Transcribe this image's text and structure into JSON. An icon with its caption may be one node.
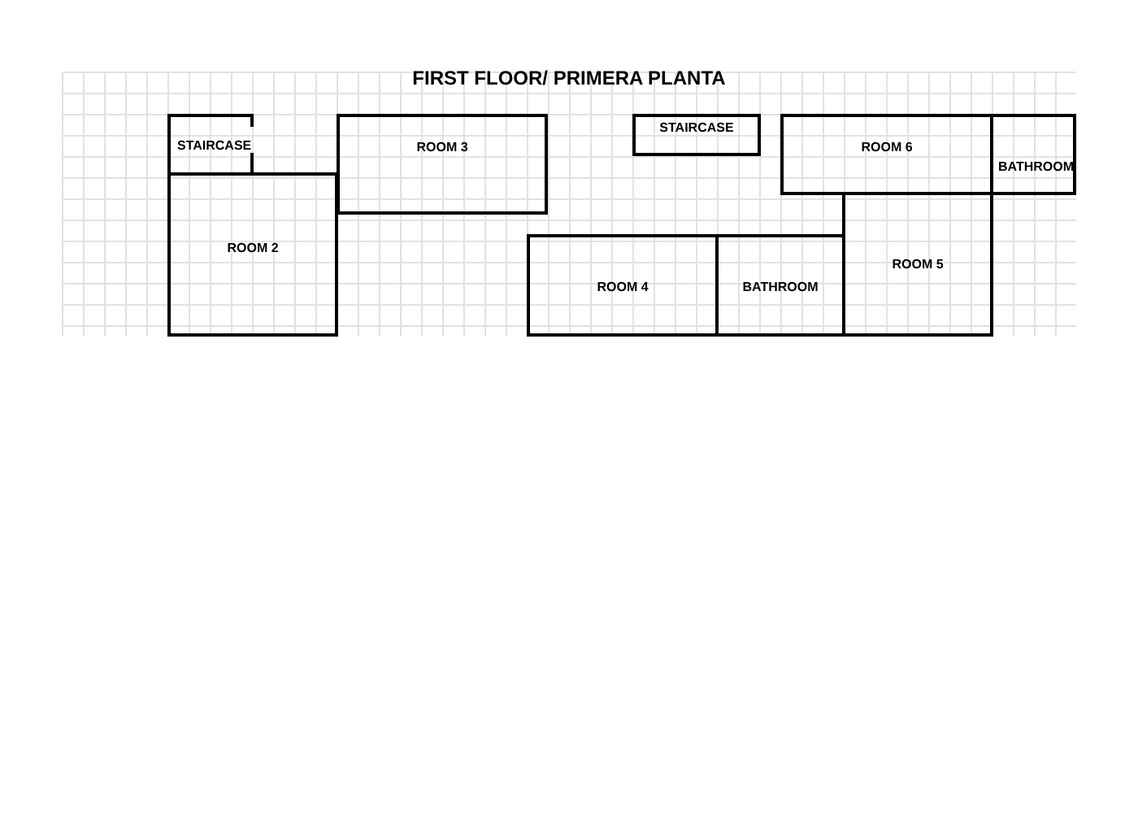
{
  "diagram": {
    "title": "FIRST FLOOR/ PRIMERA PLANTA",
    "nodes": [
      {
        "text": [
          "STAIRCASE"
        ]
      },
      {
        "text": [
          "ROOM 3"
        ]
      },
      {
        "text": [
          "STAIRCASE"
        ]
      },
      {
        "text": [
          "ROOM 6"
        ]
      },
      {
        "text": [
          "BATHROOM"
        ]
      },
      {
        "text": [
          "ROOM 2"
        ]
      },
      {
        "text": [
          "ROOM 5"
        ]
      },
      {
        "text": [
          "ROOM 4"
        ]
      },
      {
        "text": [
          "BATHROOM"
        ]
      }
    ]
  }
}
